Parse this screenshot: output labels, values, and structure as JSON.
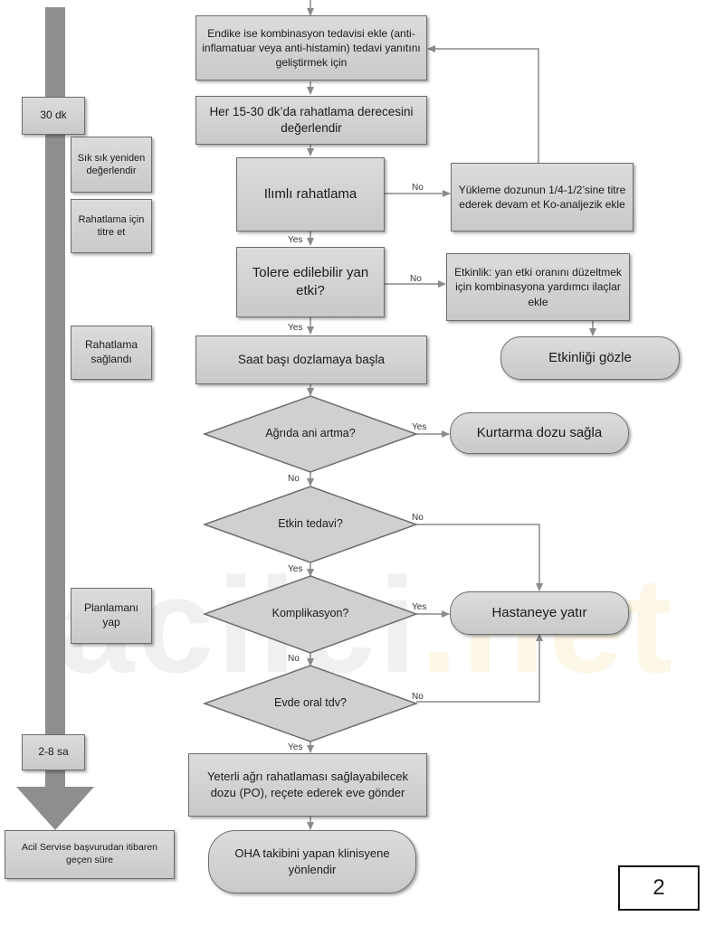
{
  "timeline": {
    "t30": "30 dk",
    "t28": "2-8 sa",
    "axis_label": "Acil Servise başvurudan itibaren geçen süre",
    "notes": [
      "Sık sık yeniden değerlendir",
      "Rahatlama için titre et",
      "Rahatlama sağlandı",
      "Planlamanı yap"
    ]
  },
  "flow": {
    "combo": "Endike ise kombinasyon tedavisi ekle (anti-inflamatuar veya anti-histamin) tedavi yanıtını geliştirmek için",
    "assess": "Her 15-30 dk’da rahatlama derecesini değerlendir",
    "moderate": "Ilımlı rahatlama",
    "titrate": "Yükleme dozunun 1/4-1/2’sine titre ederek devam et Ko-analjezik ekle",
    "tolerable": "Tolere edilebilir yan etki?",
    "efficacy": "Etkinlik: yan etki oranını düzeltmek için kombinasyona yardımcı ilaçlar ekle",
    "monitor": "Etkinliği gözle",
    "hourly": "Saat başı dozlamaya başla",
    "sudden": "Ağrıda ani artma?",
    "rescue": "Kurtarma dozu sağla",
    "effective": "Etkin tedavi?",
    "complication": "Komplikasyon?",
    "admit": "Hastaneye yatır",
    "oral": "Evde oral tdv?",
    "discharge": "Yeterli ağrı rahatlaması sağlayabilecek dozu (PO), reçete ederek eve gönder",
    "referral": "OHA takibini yapan klinisyene yönlendir"
  },
  "labels": {
    "yes": "Yes",
    "no": "No"
  },
  "watermark": {
    "part1": "acilci",
    "part2": ".net"
  },
  "page_number": "2",
  "colors": {
    "box_fill": "#d3d3d3",
    "box_border": "#6d6d6d",
    "arrow": "#8a8a8a",
    "connector": "#9a9a9a"
  }
}
